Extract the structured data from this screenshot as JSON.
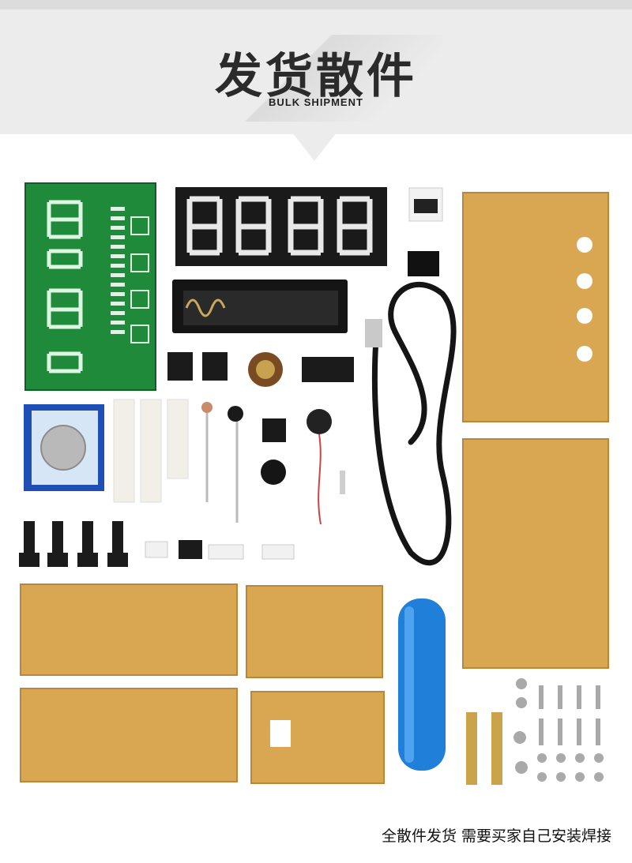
{
  "header": {
    "title": "发货散件",
    "subtitle": "BULK SHIPMENT"
  },
  "caption": "全散件发货 需要买家自己安装焊接",
  "colors": {
    "header_bg": "#ececec",
    "pcb_green": "#1e8a3a",
    "acrylic": "#d9a752",
    "battery_blue": "#1f7fd9",
    "display_red": "#cc2b2b"
  }
}
